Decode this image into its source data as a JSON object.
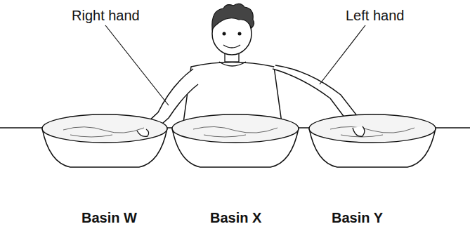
{
  "diagram": {
    "labels": [
      "Right hand",
      "Left hand",
      "Basin W",
      "Basin X",
      "Basin Y"
    ]
  }
}
